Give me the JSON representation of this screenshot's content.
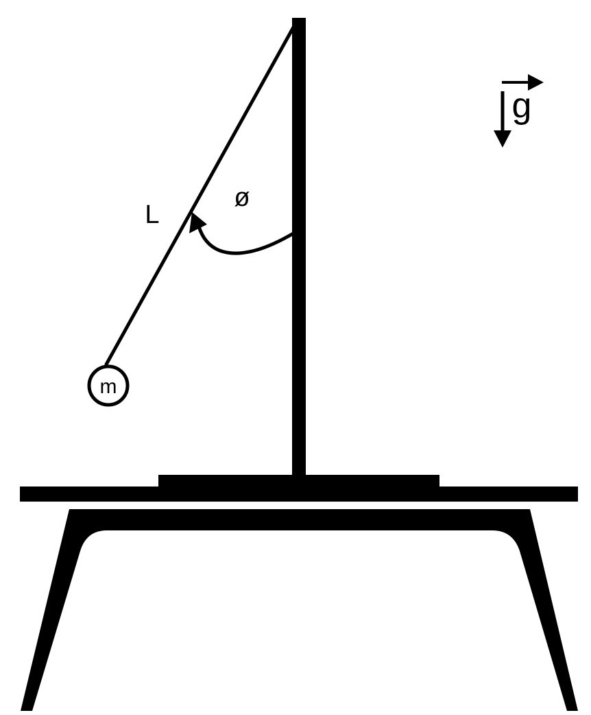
{
  "labels": {
    "length": "L",
    "angle": "ø",
    "mass": "m",
    "gravity": "g"
  },
  "colors": {
    "ink": "#000000",
    "background": "#ffffff"
  }
}
